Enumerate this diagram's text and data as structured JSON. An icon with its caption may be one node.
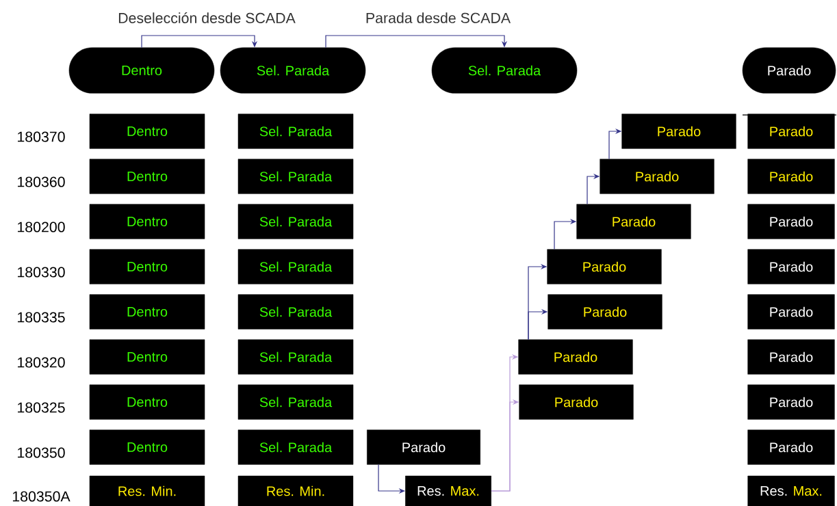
{
  "diagram": {
    "nodes": [
      {
        "text": [
          "Dentro"
        ]
      },
      {
        "text": [
          "Sel. Parada"
        ]
      },
      {
        "text": [
          "Sel. Parada"
        ]
      },
      {
        "text": [
          "Parado"
        ]
      },
      {
        "text": [
          "Dentro"
        ]
      },
      {
        "text": [
          "Dentro"
        ]
      },
      {
        "text": [
          "Dentro"
        ]
      },
      {
        "text": [
          "Dentro"
        ]
      },
      {
        "text": [
          "Dentro"
        ]
      },
      {
        "text": [
          "Dentro"
        ]
      },
      {
        "text": [
          "Dentro"
        ]
      },
      {
        "text": [
          "Dentro"
        ]
      },
      {
        "text": [
          "Res. Min."
        ]
      },
      {
        "text": [
          "Sel. Parada"
        ]
      },
      {
        "text": [
          "Sel. Parada"
        ]
      },
      {
        "text": [
          "Sel. Parada"
        ]
      },
      {
        "text": [
          "Sel. Parada"
        ]
      },
      {
        "text": [
          "Sel. Parada"
        ]
      },
      {
        "text": [
          "Sel. Parada"
        ]
      },
      {
        "text": [
          "Sel. Parada"
        ]
      },
      {
        "text": [
          "Sel. Parada"
        ]
      },
      {
        "text": [
          "Res. Min."
        ]
      },
      {
        "text": [
          "Parado"
        ]
      },
      {
        "text": [
          "Res.",
          "Max."
        ]
      },
      {
        "text": [
          "Parado"
        ]
      },
      {
        "text": [
          "Parado"
        ]
      },
      {
        "text": [
          "Parado"
        ]
      },
      {
        "text": [
          "Parado"
        ]
      },
      {
        "text": [
          "Parado"
        ]
      },
      {
        "text": [
          "Parado"
        ]
      },
      {
        "text": [
          "Parado"
        ]
      },
      {
        "text": [
          "Parado"
        ]
      },
      {
        "text": [
          "Parado"
        ]
      },
      {
        "text": [
          "Parado"
        ]
      },
      {
        "text": [
          "Parado"
        ]
      },
      {
        "text": [
          "Parado"
        ]
      },
      {
        "text": [
          "Parado"
        ]
      },
      {
        "text": [
          "Parado"
        ]
      },
      {
        "text": [
          "Parado"
        ]
      },
      {
        "text": [
          "Res.",
          "Max."
        ]
      }
    ],
    "edges": [
      {
        "from": 0,
        "to": 1,
        "arrow": "to",
        "label": "Deselección desde SCADA"
      },
      {
        "from": 1,
        "to": 2,
        "arrow": "to",
        "label": "Parada desde SCADA"
      },
      {
        "from": 22,
        "to": 23,
        "arrow": "to"
      },
      {
        "from": 23,
        "to": 30,
        "arrow": "to",
        "color": "#b79ad8"
      },
      {
        "from": 23,
        "to": 29,
        "arrow": "to",
        "color": "#b79ad8"
      },
      {
        "from": 29,
        "to": 28,
        "arrow": "to"
      },
      {
        "from": 29,
        "to": 27,
        "arrow": "to"
      },
      {
        "from": 27,
        "to": 26,
        "arrow": "to"
      },
      {
        "from": 26,
        "to": 25,
        "arrow": "to"
      },
      {
        "from": 25,
        "to": 24,
        "arrow": "to"
      }
    ],
    "labels": [
      "180370",
      "180360",
      "180200",
      "180330",
      "180335",
      "180320",
      "180325",
      "180350",
      "180350A"
    ]
  }
}
